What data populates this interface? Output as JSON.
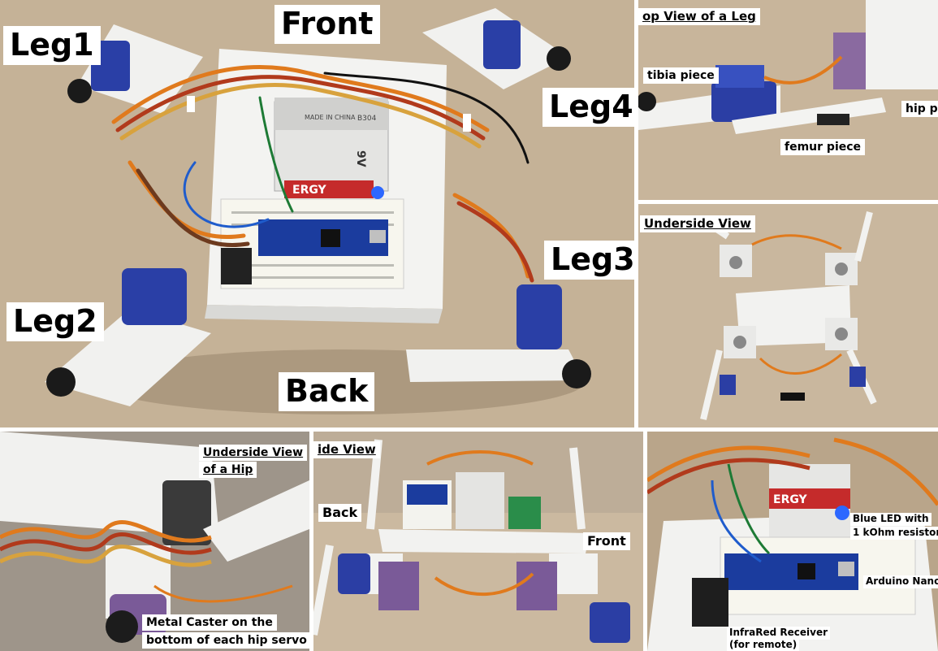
{
  "main": {
    "front": "Front",
    "back": "Back",
    "leg1": "Leg1",
    "leg2": "Leg2",
    "leg3": "Leg3",
    "leg4": "Leg4",
    "battery_made": "MADE IN CHINA",
    "battery_code": "B304",
    "battery_9v": "9V",
    "battery_brand": "ERGY"
  },
  "top_leg": {
    "title": "op View of a Leg",
    "tibia": "tibia piece",
    "femur": "femur piece",
    "hip": "hip pi"
  },
  "underside": {
    "title": "Underside View"
  },
  "hip_view": {
    "title_line1": "Underside View",
    "title_line2": "of a Hip",
    "caster_line1": "Metal Caster on the",
    "caster_line2": "bottom of each hip servo"
  },
  "side_view": {
    "title": "ide View",
    "back": "Back",
    "front": "Front"
  },
  "electronics": {
    "led_line1": "Blue LED with",
    "led_line2": "1 kOhm resistor",
    "nano": "Arduino Nano",
    "ir_line1": "InfraRed Receiver",
    "ir_line2": "(for remote)",
    "battery_brand": "ERGY"
  }
}
